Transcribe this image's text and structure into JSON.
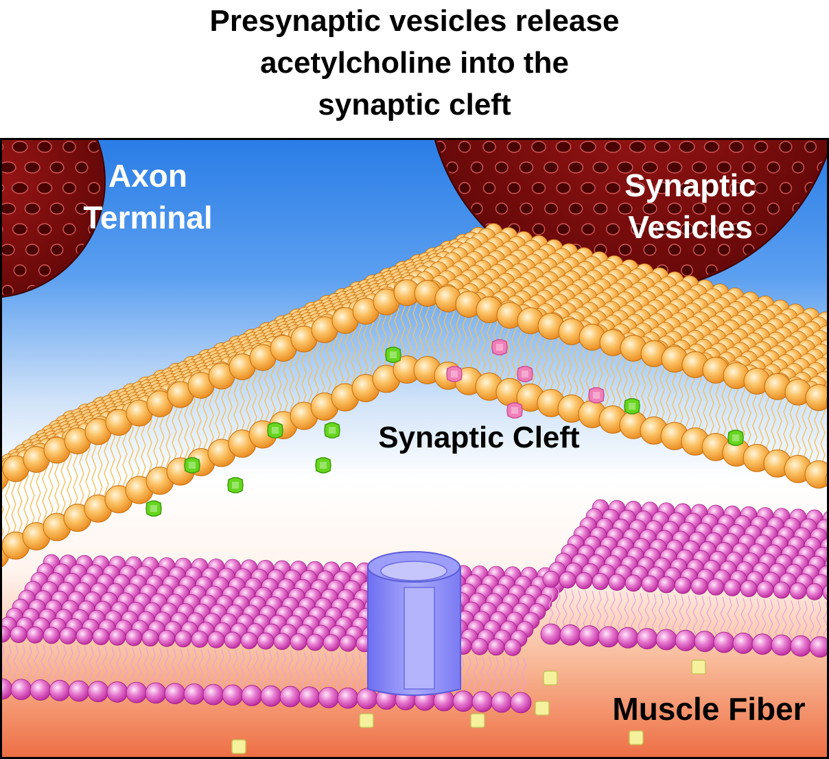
{
  "title": {
    "line1": "Presynaptic vesicles release",
    "line2": "acetylcholine into the",
    "line3": "synaptic cleft"
  },
  "labels": {
    "axon_terminal_line1": "Axon",
    "axon_terminal_line2": "Terminal",
    "synaptic_vesicles_line1": "Synaptic",
    "synaptic_vesicles_line2": "Vesicles",
    "synaptic_cleft": "Synaptic Cleft",
    "muscle_fiber": "Muscle Fiber"
  },
  "colors": {
    "axon_background": "#2f84e8",
    "cleft_background": "#ffffff",
    "muscle_background": "#f07a4e",
    "presynaptic_membrane": "#f5a530",
    "postsynaptic_membrane": "#d646b8",
    "vesicle": "#7a0c0c",
    "channel": "#7f7ff5",
    "acetylcholine_green": "#5fd11a",
    "acetylcholine_pink": "#ee74b0",
    "ions_yellow": "#f0ee8a"
  }
}
